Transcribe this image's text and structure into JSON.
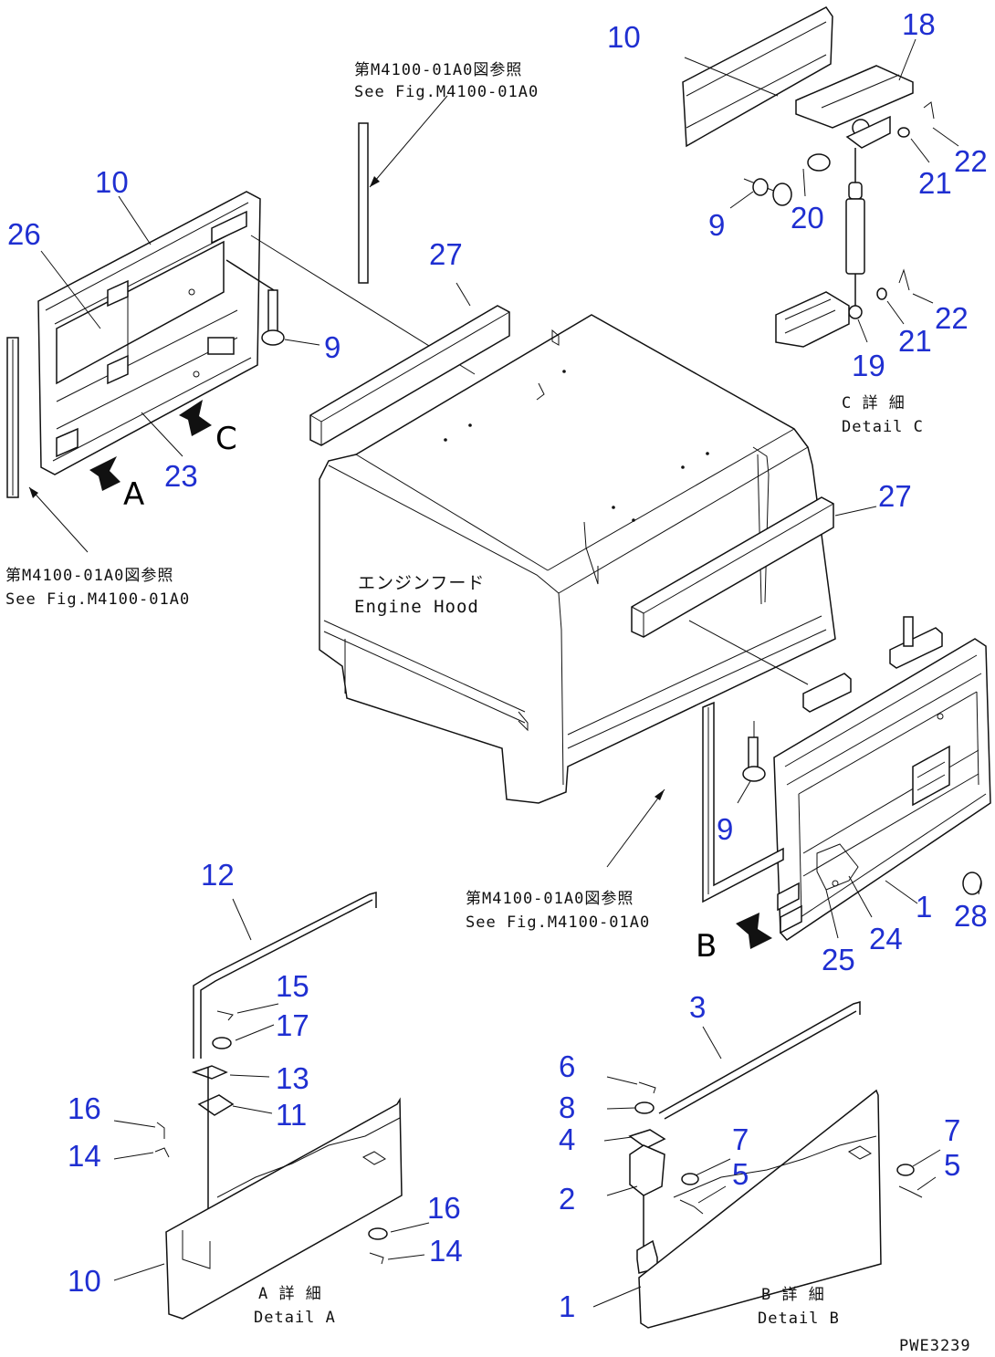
{
  "diagram": {
    "drawing_code": "PWE3239",
    "part_numbers": {
      "c_10": "10",
      "c_18": "18",
      "c_22a": "22",
      "c_21a": "21",
      "c_9": "9",
      "c_20": "20",
      "c_22b": "22",
      "c_21b": "21",
      "c_19": "19",
      "l_10": "10",
      "l_26": "26",
      "l_9": "9",
      "l_23": "23",
      "h_27a": "27",
      "h_27b": "27",
      "r_9": "9",
      "r_1": "1",
      "r_28": "28",
      "r_24": "24",
      "r_25": "25",
      "a_12": "12",
      "a_15": "15",
      "a_17": "17",
      "a_13": "13",
      "a_11": "11",
      "a_16a": "16",
      "a_14a": "14",
      "a_16b": "16",
      "a_14b": "14",
      "a_10": "10",
      "b_3": "3",
      "b_6": "6",
      "b_8": "8",
      "b_4": "4",
      "b_7a": "7",
      "b_5a": "5",
      "b_2": "2",
      "b_7b": "7",
      "b_5b": "5",
      "b_1": "1"
    },
    "view_letters": {
      "a": "A",
      "b": "B",
      "c": "C"
    },
    "notes": {
      "top_jp": "第M4100-01A0図参照",
      "top_en": "See Fig.M4100-01A0",
      "left_jp": "第M4100-01A0図参照",
      "left_en": "See Fig.M4100-01A0",
      "right_jp": "第M4100-01A0図参照",
      "right_en": "See Fig.M4100-01A0",
      "hood_jp": "エンジンフード",
      "hood_en": "Engine Hood",
      "detail_c_jp": "C 詳 細",
      "detail_c_en": "Detail C",
      "detail_a_jp": "A 詳 細",
      "detail_a_en": "Detail A",
      "detail_b_jp": "B 詳 細",
      "detail_b_en": "Detail B"
    }
  }
}
